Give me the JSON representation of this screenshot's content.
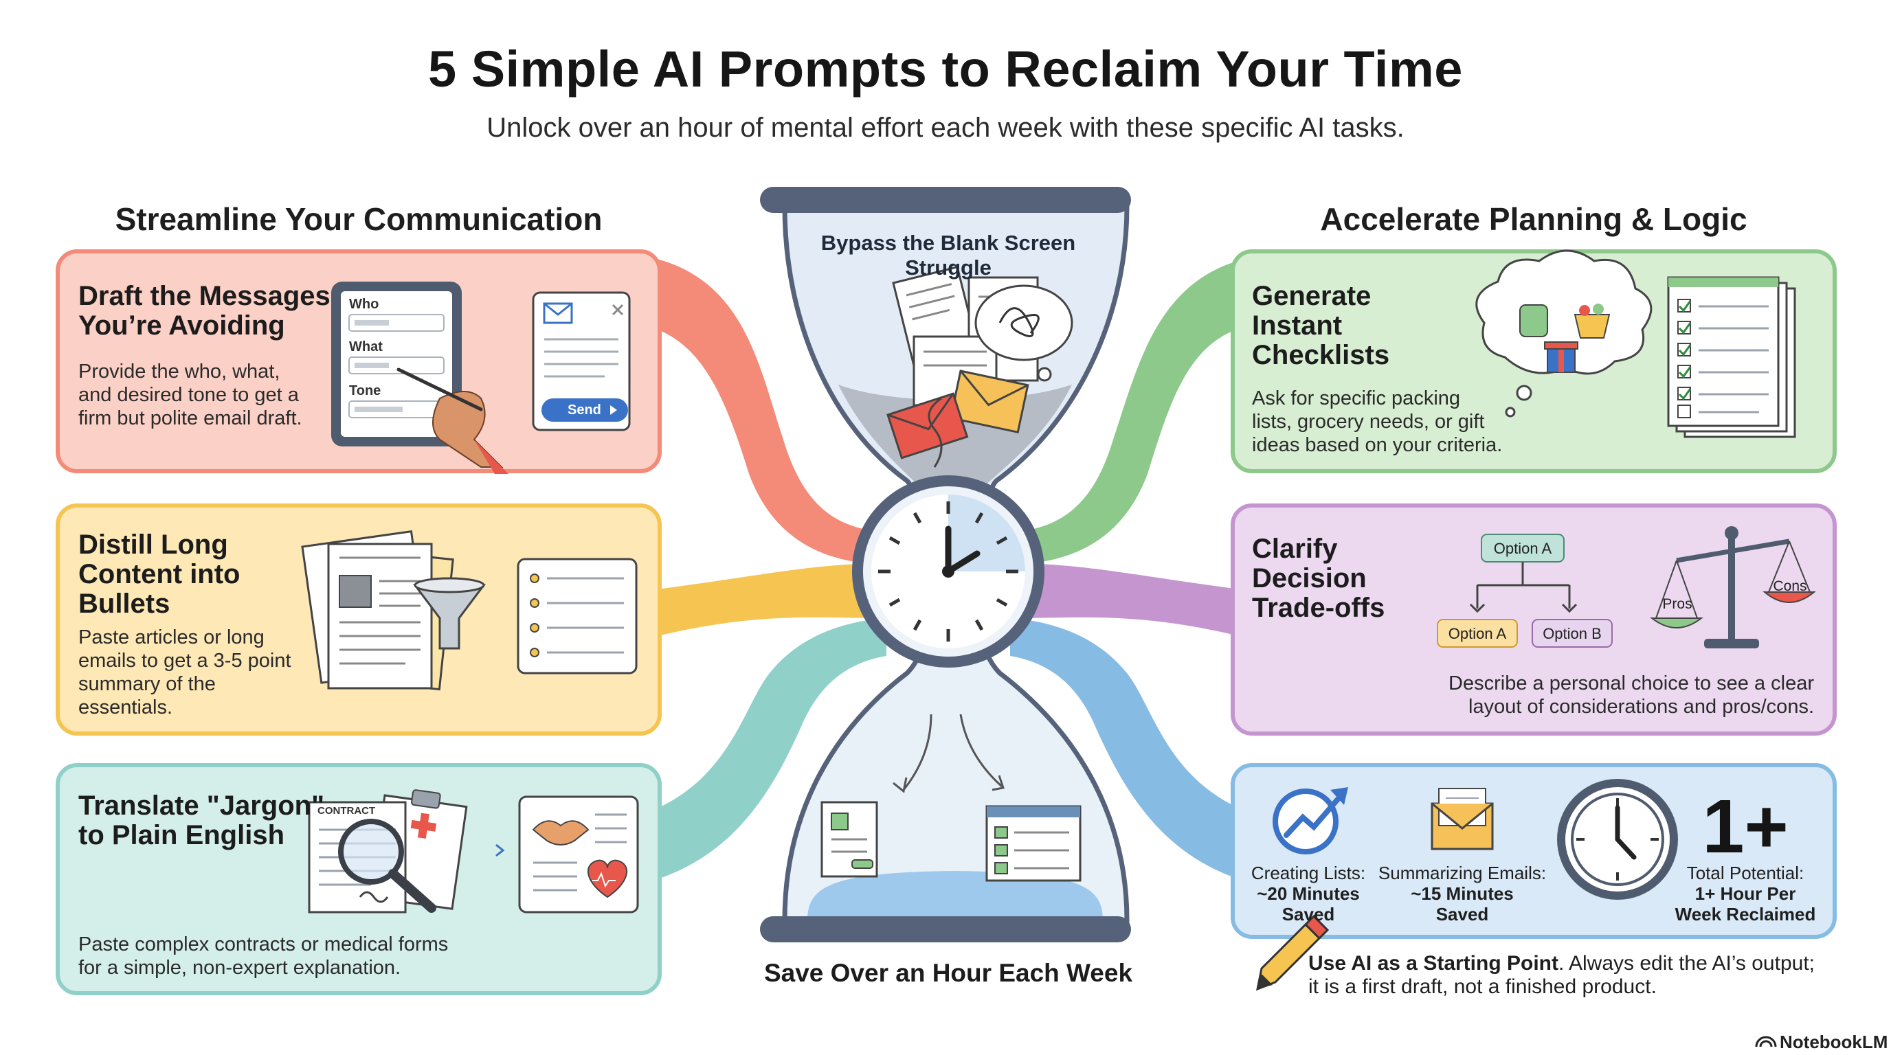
{
  "header": {
    "title": "5 Simple AI Prompts to Reclaim Your Time",
    "subtitle": "Unlock over an hour of mental effort each week with these specific AI tasks."
  },
  "sections": {
    "left": "Streamline Your Communication",
    "right": "Accelerate Planning & Logic"
  },
  "hourglass": {
    "top_label": "Bypass the Blank Screen Struggle",
    "bottom_label": "Save Over an Hour Each Week"
  },
  "cards": {
    "draft": {
      "title_1": "Draft the Messages",
      "title_2": "You’re Avoiding",
      "desc_1": "Provide the who, what,",
      "desc_2": "and desired tone to get a",
      "desc_3": "firm but polite email draft.",
      "form_who": "Who",
      "form_what": "What",
      "form_tone": "Tone",
      "send_label": "Send"
    },
    "distill": {
      "title_1": "Distill Long",
      "title_2": "Content into",
      "title_3": "Bullets",
      "desc_1": "Paste articles or long",
      "desc_2": "emails to get a 3-5 point",
      "desc_3": "summary of the",
      "desc_4": "essentials."
    },
    "translate": {
      "title_1": "Translate \"Jargon\"",
      "title_2": "to Plain English",
      "contract_label": "CONTRACT",
      "desc_1": "Paste complex contracts or medical forms",
      "desc_2": "for a simple, non-expert explanation."
    },
    "checklists": {
      "title_1": "Generate",
      "title_2": "Instant",
      "title_3": "Checklists",
      "desc_1": "Ask for specific packing",
      "desc_2": "lists, grocery needs, or gift",
      "desc_3": "ideas based on your criteria."
    },
    "decision": {
      "title_1": "Clarify",
      "title_2": "Decision",
      "title_3": "Trade-offs",
      "option_top": "Option A",
      "option_left": "Option A",
      "option_right": "Option B",
      "pros": "Pros",
      "cons": "Cons",
      "desc_1": "Describe a personal choice to see a clear",
      "desc_2": "layout of considerations and pros/cons."
    }
  },
  "stats": {
    "lists_label": "Creating Lists:",
    "lists_value_1": "~20 Minutes",
    "lists_value_2": "Saved",
    "emails_label": "Summarizing Emails:",
    "emails_value_1": "~15 Minutes",
    "emails_value_2": "Saved",
    "big": "1+",
    "total_label": "Total Potential:",
    "total_value_1": "1+ Hour Per",
    "total_value_2": "Week Reclaimed"
  },
  "tip": {
    "bold": "Use AI as a Starting Point",
    "rest_1": ". Always edit the AI’s output;",
    "rest_2": "it is a first draft, not a finished product."
  },
  "brand": "NotebookLM",
  "colors": {
    "red": "#f48a78",
    "yellow": "#f5c451",
    "teal": "#8fd0c8",
    "green": "#8cc98a",
    "purple": "#c595cf",
    "blue": "#86bce3",
    "frame": "#55627a",
    "send_button": "#3a72c7"
  }
}
